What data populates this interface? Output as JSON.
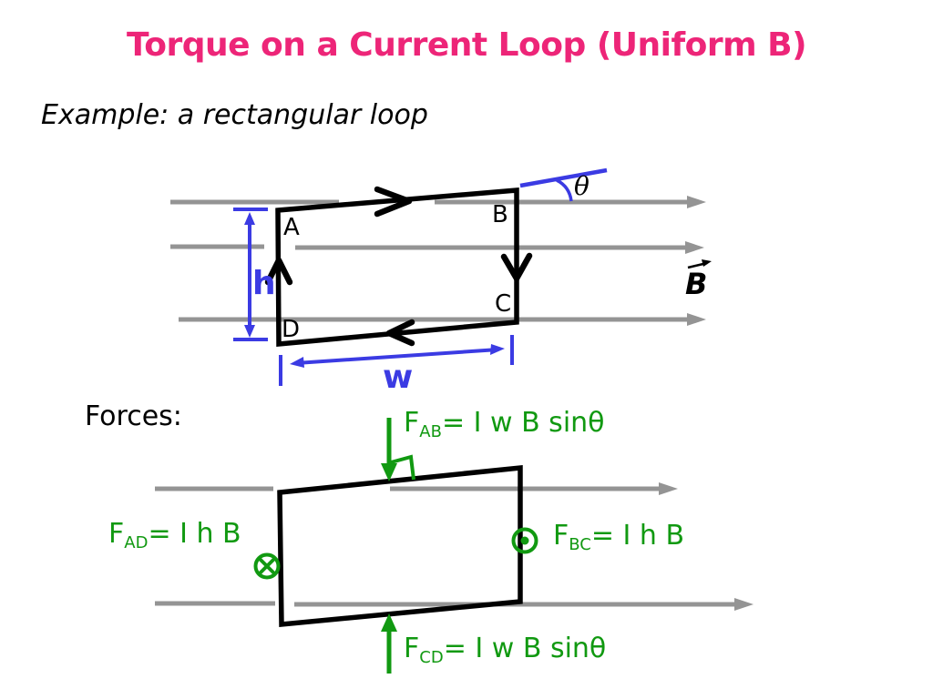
{
  "slide": {
    "title": "Torque on a Current Loop (Uniform B)",
    "example_caption": "Example: a rectangular loop",
    "forces_heading": "Forces:"
  },
  "colors": {
    "title_pink": "#ED2578",
    "dimension_blue": "#3B3BE3",
    "force_green": "#119911",
    "field_line_gray": "#949494",
    "ink_black": "#000000"
  },
  "loop_diagram": {
    "corners": {
      "a": "A",
      "b": "B",
      "c": "C",
      "d": "D"
    },
    "height_label": "h",
    "width_label": "w",
    "angle_label": "θ",
    "field_vector_label": "B"
  },
  "forces_diagram": {
    "f_ab": {
      "symbol": "F",
      "subscript": "AB",
      "equation": "= I w B sinθ"
    },
    "f_ad": {
      "symbol": "F",
      "subscript": "AD",
      "equation": "= I h B"
    },
    "f_bc": {
      "symbol": "F",
      "subscript": "BC",
      "equation": "= I h B"
    },
    "f_cd": {
      "symbol": "F",
      "subscript": "CD",
      "equation": "= I w B sinθ"
    },
    "into_page_symbol": "⊗",
    "out_of_page_symbol": "⊙"
  }
}
